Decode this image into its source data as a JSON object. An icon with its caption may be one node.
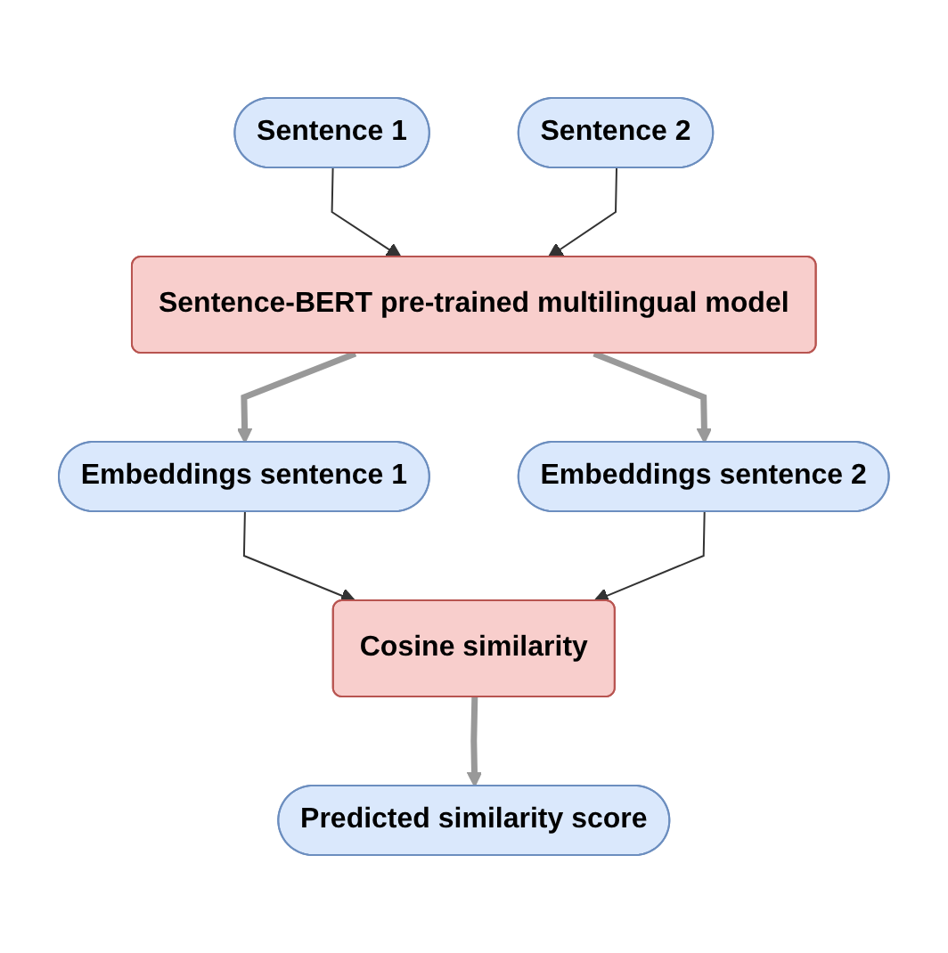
{
  "diagram": {
    "nodes": [
      {
        "text": [
          "Sentence 1"
        ]
      },
      {
        "text": [
          "Sentence 2"
        ]
      },
      {
        "text": [
          "Sentence-BERT pre-trained multilingual model"
        ]
      },
      {
        "text": [
          "Embeddings sentence 1"
        ]
      },
      {
        "text": [
          "Embeddings sentence 2"
        ]
      },
      {
        "text": [
          "Cosine similarity"
        ]
      },
      {
        "text": [
          "Predicted similarity score"
        ]
      }
    ],
    "edges": [
      {
        "from": 0,
        "to": 2,
        "arrow": "to"
      },
      {
        "from": 1,
        "to": 2,
        "arrow": "to"
      },
      {
        "from": 2,
        "to": 3,
        "arrow": "to",
        "style": "thick",
        "color": "#999999"
      },
      {
        "from": 2,
        "to": 4,
        "arrow": "to",
        "style": "thick",
        "color": "#999999"
      },
      {
        "from": 3,
        "to": 5,
        "arrow": "to"
      },
      {
        "from": 4,
        "to": 5,
        "arrow": "to"
      },
      {
        "from": 5,
        "to": 6,
        "arrow": "to",
        "style": "thick",
        "color": "#999999"
      }
    ]
  }
}
